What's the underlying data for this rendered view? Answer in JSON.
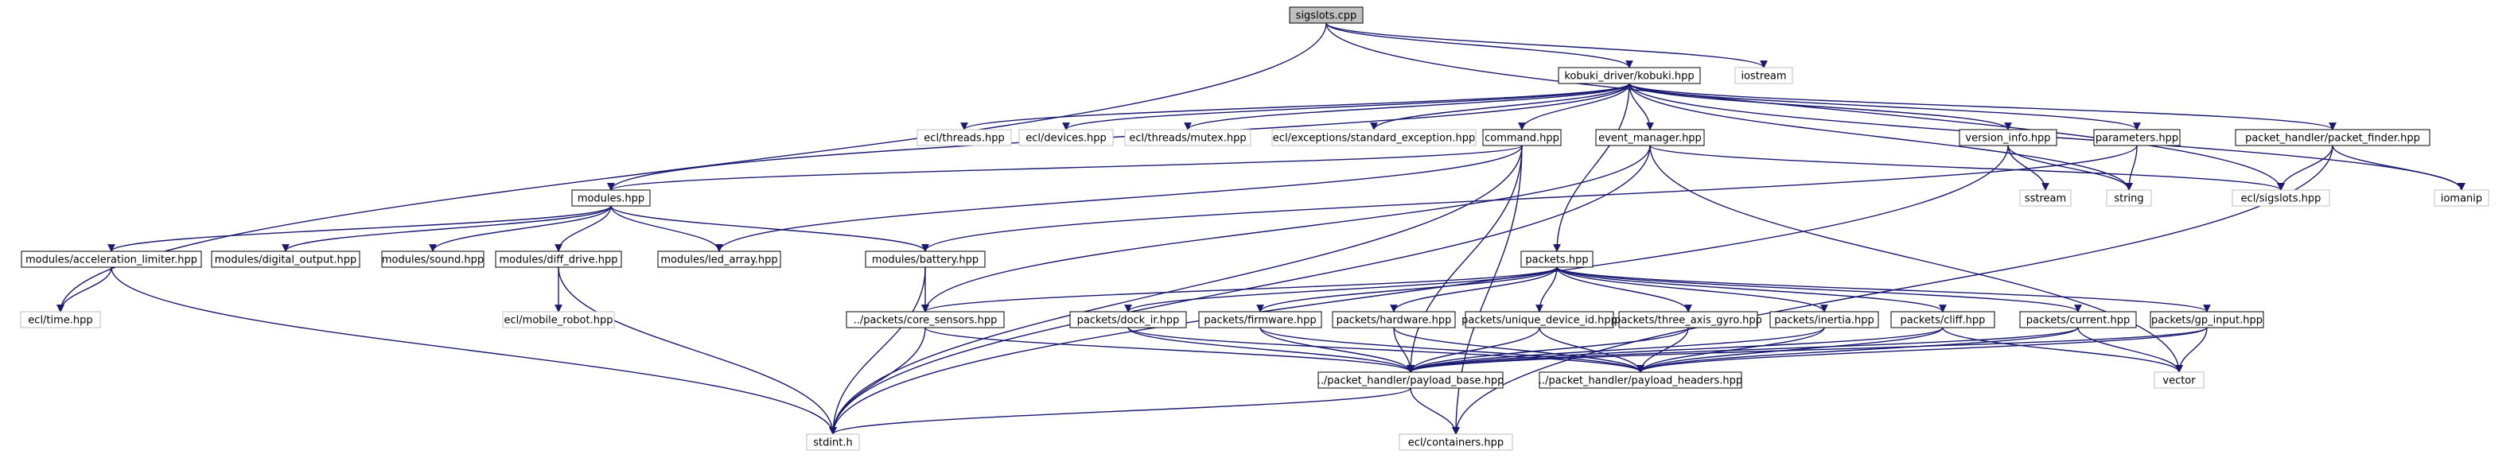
{
  "graph": {
    "title": "",
    "colors": {
      "edge": "#191970",
      "node_border": "#000000",
      "external_border": "#bfbfbf",
      "root_fill": "#bfbfbf",
      "text": "#000000",
      "external_text": "#000000"
    },
    "nodes": [
      {
        "id": "sigslots_cpp",
        "label": "sigslots.cpp",
        "kind": "root"
      },
      {
        "id": "kobuki_hpp",
        "label": "kobuki_driver/kobuki.hpp",
        "kind": "file"
      },
      {
        "id": "iostream",
        "label": "iostream",
        "kind": "external"
      },
      {
        "id": "ecl_threads",
        "label": "ecl/threads.hpp",
        "kind": "external"
      },
      {
        "id": "ecl_devices",
        "label": "ecl/devices.hpp",
        "kind": "external"
      },
      {
        "id": "ecl_threads_mutex",
        "label": "ecl/threads/mutex.hpp",
        "kind": "external"
      },
      {
        "id": "ecl_std_exc",
        "label": "ecl/exceptions/standard_exception.hpp",
        "kind": "external"
      },
      {
        "id": "command_hpp",
        "label": "command.hpp",
        "kind": "file"
      },
      {
        "id": "event_manager",
        "label": "event_manager.hpp",
        "kind": "file"
      },
      {
        "id": "version_info",
        "label": "version_info.hpp",
        "kind": "file"
      },
      {
        "id": "parameters",
        "label": "parameters.hpp",
        "kind": "file"
      },
      {
        "id": "packet_finder",
        "label": "packet_handler/packet_finder.hpp",
        "kind": "file"
      },
      {
        "id": "iomanip",
        "label": "iomanip",
        "kind": "external"
      },
      {
        "id": "sstream",
        "label": "sstream",
        "kind": "external"
      },
      {
        "id": "string",
        "label": "string",
        "kind": "external"
      },
      {
        "id": "ecl_sigslots",
        "label": "ecl/sigslots.hpp",
        "kind": "external"
      },
      {
        "id": "modules_hpp",
        "label": "modules.hpp",
        "kind": "file"
      },
      {
        "id": "acc_limiter",
        "label": "modules/acceleration_limiter.hpp",
        "kind": "file"
      },
      {
        "id": "digital_output",
        "label": "modules/digital_output.hpp",
        "kind": "file"
      },
      {
        "id": "sound",
        "label": "modules/sound.hpp",
        "kind": "file"
      },
      {
        "id": "diff_drive",
        "label": "modules/diff_drive.hpp",
        "kind": "file"
      },
      {
        "id": "led_array",
        "label": "modules/led_array.hpp",
        "kind": "file"
      },
      {
        "id": "battery",
        "label": "modules/battery.hpp",
        "kind": "file"
      },
      {
        "id": "ecl_time",
        "label": "ecl/time.hpp",
        "kind": "external"
      },
      {
        "id": "mobile_robot",
        "label": "ecl/mobile_robot.hpp",
        "kind": "external"
      },
      {
        "id": "packets_hpp",
        "label": "packets.hpp",
        "kind": "file"
      },
      {
        "id": "core_sensors",
        "label": "../packets/core_sensors.hpp",
        "kind": "file"
      },
      {
        "id": "dock_ir",
        "label": "packets/dock_ir.hpp",
        "kind": "file"
      },
      {
        "id": "firmware",
        "label": "packets/firmware.hpp",
        "kind": "file"
      },
      {
        "id": "hardware",
        "label": "packets/hardware.hpp",
        "kind": "file"
      },
      {
        "id": "unique_id",
        "label": "packets/unique_device_id.hpp",
        "kind": "file"
      },
      {
        "id": "three_axis",
        "label": "packets/three_axis_gyro.hpp",
        "kind": "file"
      },
      {
        "id": "inertia",
        "label": "packets/inertia.hpp",
        "kind": "file"
      },
      {
        "id": "cliff",
        "label": "packets/cliff.hpp",
        "kind": "file"
      },
      {
        "id": "current",
        "label": "packets/current.hpp",
        "kind": "file"
      },
      {
        "id": "gp_input",
        "label": "packets/gp_input.hpp",
        "kind": "file"
      },
      {
        "id": "payload_base",
        "label": "../packet_handler/payload_base.hpp",
        "kind": "file"
      },
      {
        "id": "payload_headers",
        "label": "../packet_handler/payload_headers.hpp",
        "kind": "file"
      },
      {
        "id": "vector",
        "label": "vector",
        "kind": "external"
      },
      {
        "id": "stdint",
        "label": "stdint.h",
        "kind": "external"
      },
      {
        "id": "ecl_containers",
        "label": "ecl/containers.hpp",
        "kind": "external"
      }
    ],
    "edges": [
      [
        "sigslots_cpp",
        "kobuki_hpp"
      ],
      [
        "sigslots_cpp",
        "iostream"
      ],
      [
        "sigslots_cpp",
        "ecl_time"
      ],
      [
        "sigslots_cpp",
        "ecl_sigslots"
      ],
      [
        "kobuki_hpp",
        "ecl_threads"
      ],
      [
        "kobuki_hpp",
        "ecl_devices"
      ],
      [
        "kobuki_hpp",
        "ecl_threads_mutex"
      ],
      [
        "kobuki_hpp",
        "ecl_std_exc"
      ],
      [
        "kobuki_hpp",
        "command_hpp"
      ],
      [
        "kobuki_hpp",
        "event_manager"
      ],
      [
        "kobuki_hpp",
        "version_info"
      ],
      [
        "kobuki_hpp",
        "parameters"
      ],
      [
        "kobuki_hpp",
        "packet_finder"
      ],
      [
        "kobuki_hpp",
        "iomanip"
      ],
      [
        "kobuki_hpp",
        "string"
      ],
      [
        "kobuki_hpp",
        "modules_hpp"
      ],
      [
        "kobuki_hpp",
        "packets_hpp"
      ],
      [
        "command_hpp",
        "modules_hpp"
      ],
      [
        "command_hpp",
        "led_array"
      ],
      [
        "command_hpp",
        "payload_base"
      ],
      [
        "command_hpp",
        "ecl_containers"
      ],
      [
        "command_hpp",
        "stdint"
      ],
      [
        "event_manager",
        "core_sensors"
      ],
      [
        "event_manager",
        "vector"
      ],
      [
        "event_manager",
        "ecl_sigslots"
      ],
      [
        "event_manager",
        "stdint"
      ],
      [
        "version_info",
        "sstream"
      ],
      [
        "version_info",
        "string"
      ],
      [
        "version_info",
        "stdint"
      ],
      [
        "parameters",
        "string"
      ],
      [
        "parameters",
        "battery"
      ],
      [
        "packet_finder",
        "ecl_sigslots"
      ],
      [
        "packet_finder",
        "iomanip"
      ],
      [
        "packet_finder",
        "ecl_containers"
      ],
      [
        "modules_hpp",
        "acc_limiter"
      ],
      [
        "modules_hpp",
        "digital_output"
      ],
      [
        "modules_hpp",
        "sound"
      ],
      [
        "modules_hpp",
        "diff_drive"
      ],
      [
        "modules_hpp",
        "led_array"
      ],
      [
        "modules_hpp",
        "battery"
      ],
      [
        "acc_limiter",
        "ecl_time"
      ],
      [
        "acc_limiter",
        "stdint"
      ],
      [
        "diff_drive",
        "mobile_robot"
      ],
      [
        "diff_drive",
        "stdint"
      ],
      [
        "battery",
        "core_sensors"
      ],
      [
        "battery",
        "stdint"
      ],
      [
        "packets_hpp",
        "core_sensors"
      ],
      [
        "packets_hpp",
        "dock_ir"
      ],
      [
        "packets_hpp",
        "firmware"
      ],
      [
        "packets_hpp",
        "hardware"
      ],
      [
        "packets_hpp",
        "unique_id"
      ],
      [
        "packets_hpp",
        "three_axis"
      ],
      [
        "packets_hpp",
        "inertia"
      ],
      [
        "packets_hpp",
        "cliff"
      ],
      [
        "packets_hpp",
        "current"
      ],
      [
        "packets_hpp",
        "gp_input"
      ],
      [
        "core_sensors",
        "payload_base"
      ],
      [
        "core_sensors",
        "stdint"
      ],
      [
        "dock_ir",
        "payload_base"
      ],
      [
        "dock_ir",
        "payload_headers"
      ],
      [
        "firmware",
        "payload_base"
      ],
      [
        "firmware",
        "payload_headers"
      ],
      [
        "hardware",
        "payload_base"
      ],
      [
        "hardware",
        "payload_headers"
      ],
      [
        "unique_id",
        "payload_base"
      ],
      [
        "unique_id",
        "payload_headers"
      ],
      [
        "three_axis",
        "payload_base"
      ],
      [
        "three_axis",
        "payload_headers"
      ],
      [
        "inertia",
        "payload_base"
      ],
      [
        "inertia",
        "payload_headers"
      ],
      [
        "cliff",
        "payload_base"
      ],
      [
        "cliff",
        "payload_headers"
      ],
      [
        "cliff",
        "vector"
      ],
      [
        "current",
        "payload_base"
      ],
      [
        "current",
        "payload_headers"
      ],
      [
        "current",
        "vector"
      ],
      [
        "gp_input",
        "payload_base"
      ],
      [
        "gp_input",
        "payload_headers"
      ],
      [
        "gp_input",
        "vector"
      ],
      [
        "payload_base",
        "stdint"
      ],
      [
        "payload_base",
        "ecl_containers"
      ]
    ]
  }
}
